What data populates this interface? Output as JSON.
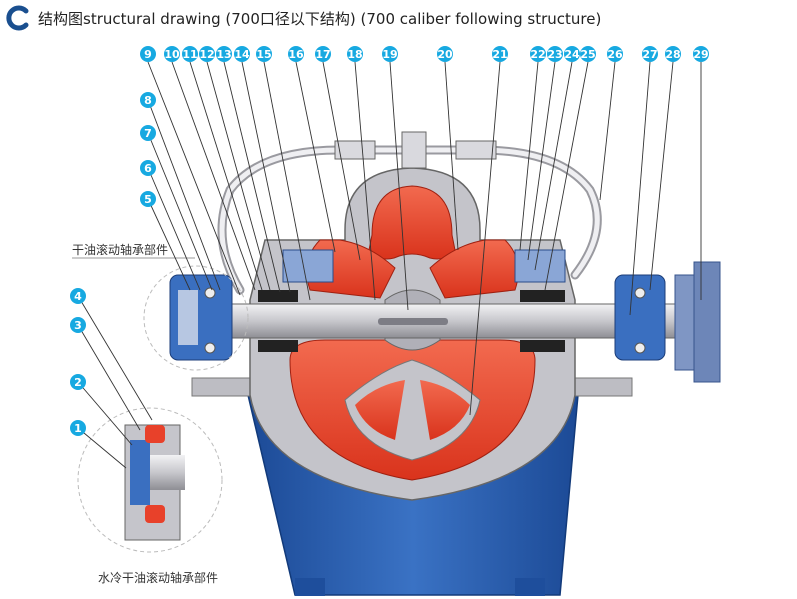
{
  "header": {
    "title": "结构图structural drawing  (700口径以下结构) (700 caliber following structure)"
  },
  "captions": {
    "upper_bearing": "干油滚动轴承部件",
    "lower_bearing": "水冷干油滚动轴承部件"
  },
  "callouts": [
    "1",
    "2",
    "3",
    "4",
    "5",
    "6",
    "7",
    "8",
    "9",
    "10",
    "11",
    "12",
    "13",
    "14",
    "15",
    "16",
    "17",
    "18",
    "19",
    "20",
    "21",
    "22",
    "23",
    "24",
    "25",
    "26",
    "27",
    "28",
    "29"
  ],
  "colors": {
    "callout": "#17a9e1",
    "casing": "#2a5fae",
    "impeller": "#e8412a",
    "metal": "#c8c8cc"
  }
}
